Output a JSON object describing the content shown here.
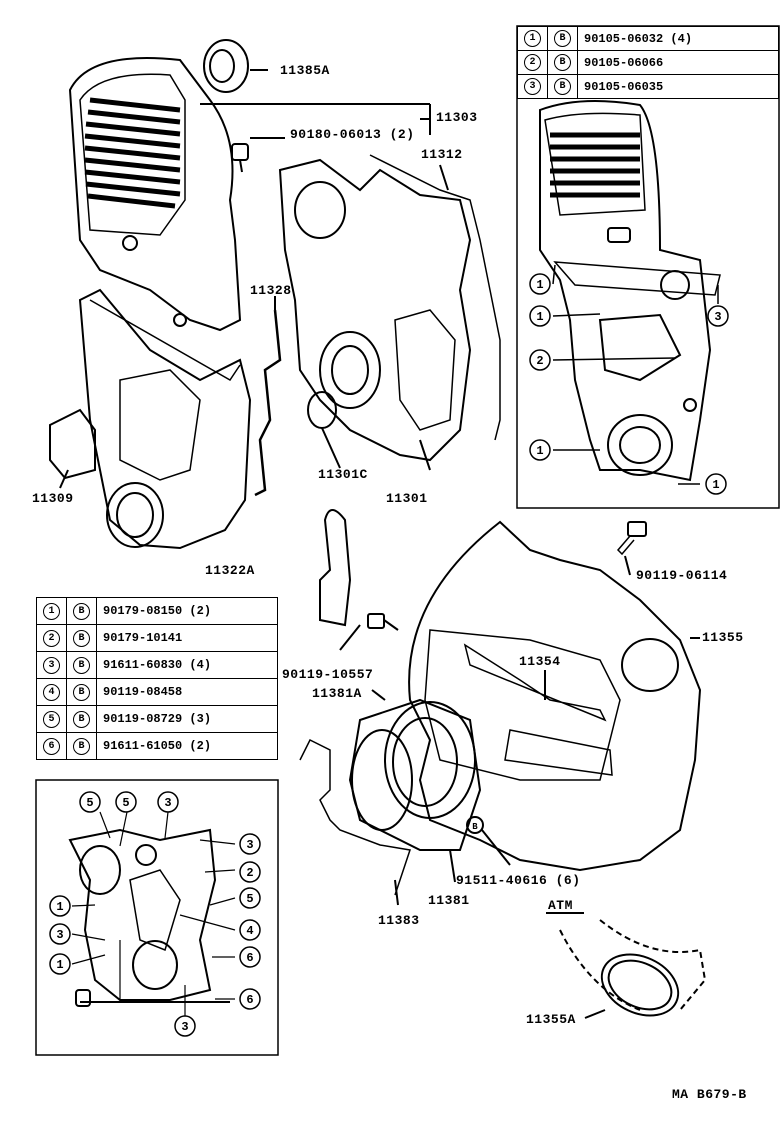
{
  "labels": {
    "p11385A": "11385A",
    "p11303": "11303",
    "p90180": "90180-06013 (2)",
    "p11312": "11312",
    "p11328": "11328",
    "p11309": "11309",
    "p11301C": "11301C",
    "p11301": "11301",
    "p11322A": "11322A",
    "p90119_06114": "90119-06114",
    "p11355": "11355",
    "p11354": "11354",
    "p90119_10557": "90119-10557",
    "p11381A": "11381A",
    "p91511": "91511-40616 (6)",
    "p11381": "11381",
    "p11383": "11383",
    "atm": "ATM",
    "p11355A": "11355A",
    "code": "MA B679-B"
  },
  "table_top": [
    {
      "num": "1",
      "sym": "B",
      "part": "90105-06032 (4)"
    },
    {
      "num": "2",
      "sym": "B",
      "part": "90105-06066"
    },
    {
      "num": "3",
      "sym": "B",
      "part": "90105-06035"
    }
  ],
  "table_left": [
    {
      "num": "1",
      "sym": "B",
      "part": "90179-08150 (2)"
    },
    {
      "num": "2",
      "sym": "B",
      "part": "90179-10141"
    },
    {
      "num": "3",
      "sym": "B",
      "part": "91611-60830 (4)"
    },
    {
      "num": "4",
      "sym": "B",
      "part": "90119-08458"
    },
    {
      "num": "5",
      "sym": "B",
      "part": "90119-08729 (3)"
    },
    {
      "num": "6",
      "sym": "B",
      "part": "91611-61050 (2)"
    }
  ],
  "callouts_top": [
    "1",
    "1",
    "3",
    "2",
    "1",
    "1"
  ],
  "callouts_left": [
    "5",
    "5",
    "3",
    "3",
    "2",
    "5",
    "1",
    "3",
    "4",
    "1",
    "6",
    "6",
    "3"
  ],
  "bolt_symbol": "B"
}
